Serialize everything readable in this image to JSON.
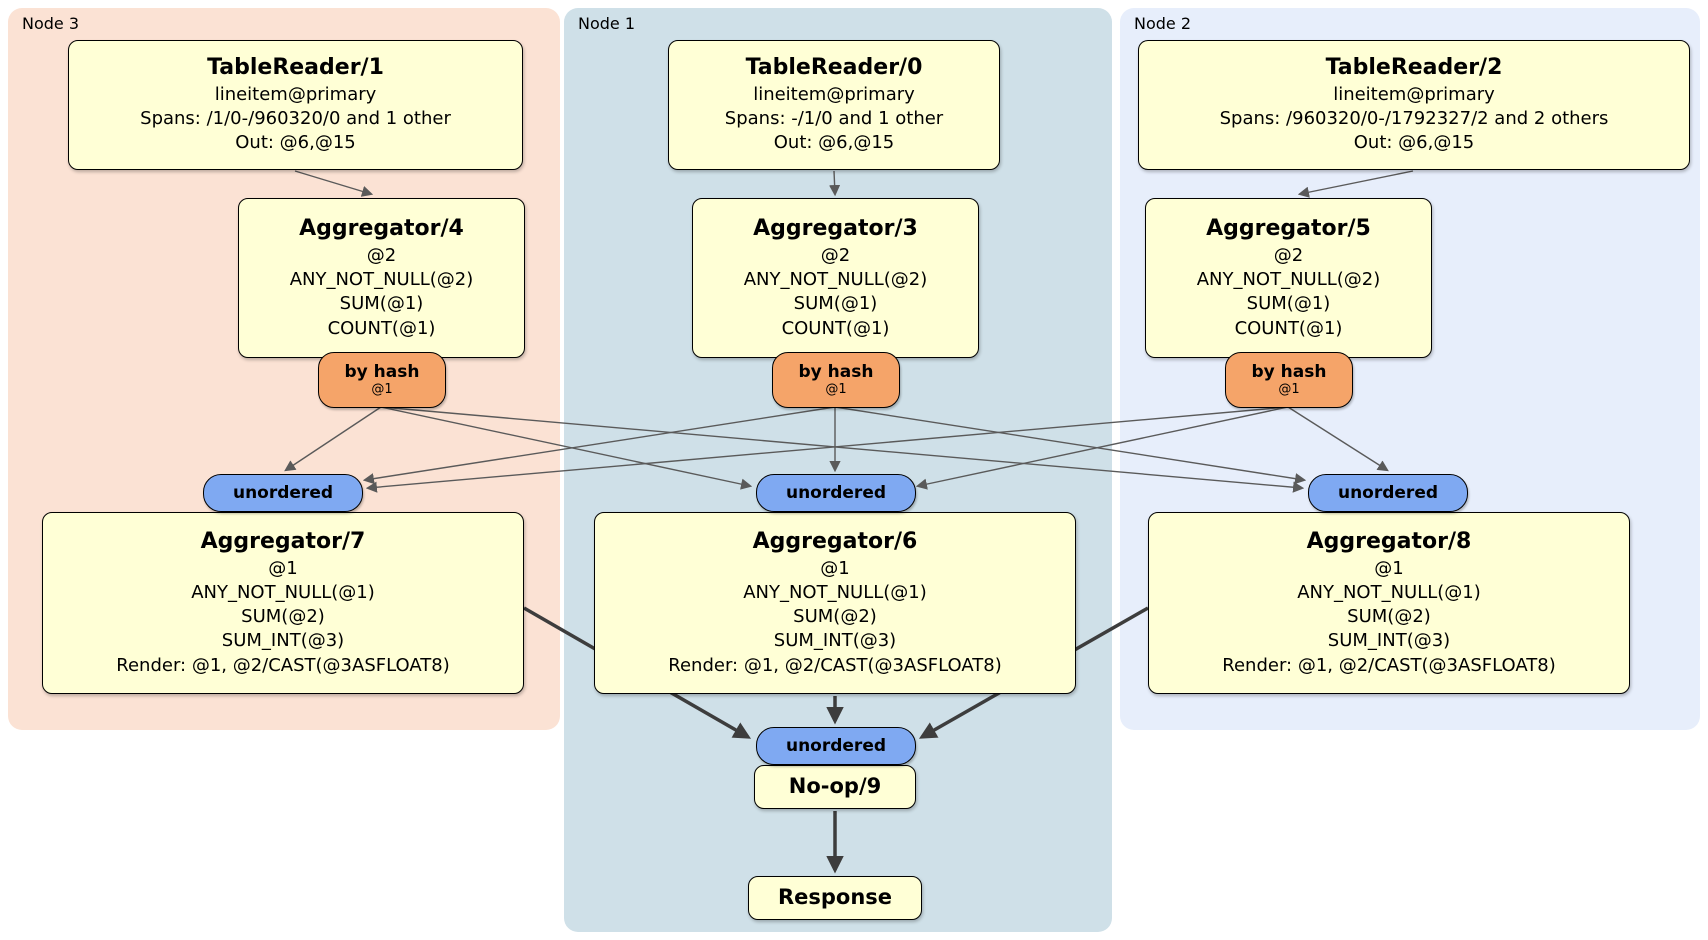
{
  "colors": {
    "node3_bg": "#fbe2d4",
    "node1_bg": "#cfe0e8",
    "node2_bg": "#e7eefb",
    "box_bg": "#ffffd6",
    "router_bg": "#f5a469",
    "sync_bg": "#7fa9f2",
    "edge_thin": "#5a5a5a",
    "edge_thick": "#3d3d3d"
  },
  "nodes": {
    "node3": {
      "label": "Node 3",
      "tablereader": {
        "title": "TableReader/1",
        "lines": [
          "lineitem@primary",
          "Spans: /1/0-/960320/0 and 1 other",
          "Out: @6,@15"
        ]
      },
      "agg_top": {
        "title": "Aggregator/4",
        "lines": [
          "@2",
          "ANY_NOT_NULL(@2)",
          "SUM(@1)",
          "COUNT(@1)"
        ]
      },
      "router": {
        "label": "by hash",
        "detail": "@1"
      },
      "sync": {
        "label": "unordered"
      },
      "agg_bottom": {
        "title": "Aggregator/7",
        "lines": [
          "@1",
          "ANY_NOT_NULL(@1)",
          "SUM(@2)",
          "SUM_INT(@3)",
          "Render: @1, @2/CAST(@3ASFLOAT8)"
        ]
      }
    },
    "node1": {
      "label": "Node 1",
      "tablereader": {
        "title": "TableReader/0",
        "lines": [
          "lineitem@primary",
          "Spans: -/1/0 and 1 other",
          "Out: @6,@15"
        ]
      },
      "agg_top": {
        "title": "Aggregator/3",
        "lines": [
          "@2",
          "ANY_NOT_NULL(@2)",
          "SUM(@1)",
          "COUNT(@1)"
        ]
      },
      "router": {
        "label": "by hash",
        "detail": "@1"
      },
      "sync": {
        "label": "unordered"
      },
      "agg_bottom": {
        "title": "Aggregator/6",
        "lines": [
          "@1",
          "ANY_NOT_NULL(@1)",
          "SUM(@2)",
          "SUM_INT(@3)",
          "Render: @1, @2/CAST(@3ASFLOAT8)"
        ]
      },
      "final_sync": {
        "label": "unordered"
      },
      "noop": {
        "title": "No-op/9"
      },
      "response": {
        "title": "Response"
      }
    },
    "node2": {
      "label": "Node 2",
      "tablereader": {
        "title": "TableReader/2",
        "lines": [
          "lineitem@primary",
          "Spans: /960320/0-/1792327/2 and 2 others",
          "Out: @6,@15"
        ]
      },
      "agg_top": {
        "title": "Aggregator/5",
        "lines": [
          "@2",
          "ANY_NOT_NULL(@2)",
          "SUM(@1)",
          "COUNT(@1)"
        ]
      },
      "router": {
        "label": "by hash",
        "detail": "@1"
      },
      "sync": {
        "label": "unordered"
      },
      "agg_bottom": {
        "title": "Aggregator/8",
        "lines": [
          "@1",
          "ANY_NOT_NULL(@1)",
          "SUM(@2)",
          "SUM_INT(@3)",
          "Render: @1, @2/CAST(@3ASFLOAT8)"
        ]
      }
    }
  }
}
